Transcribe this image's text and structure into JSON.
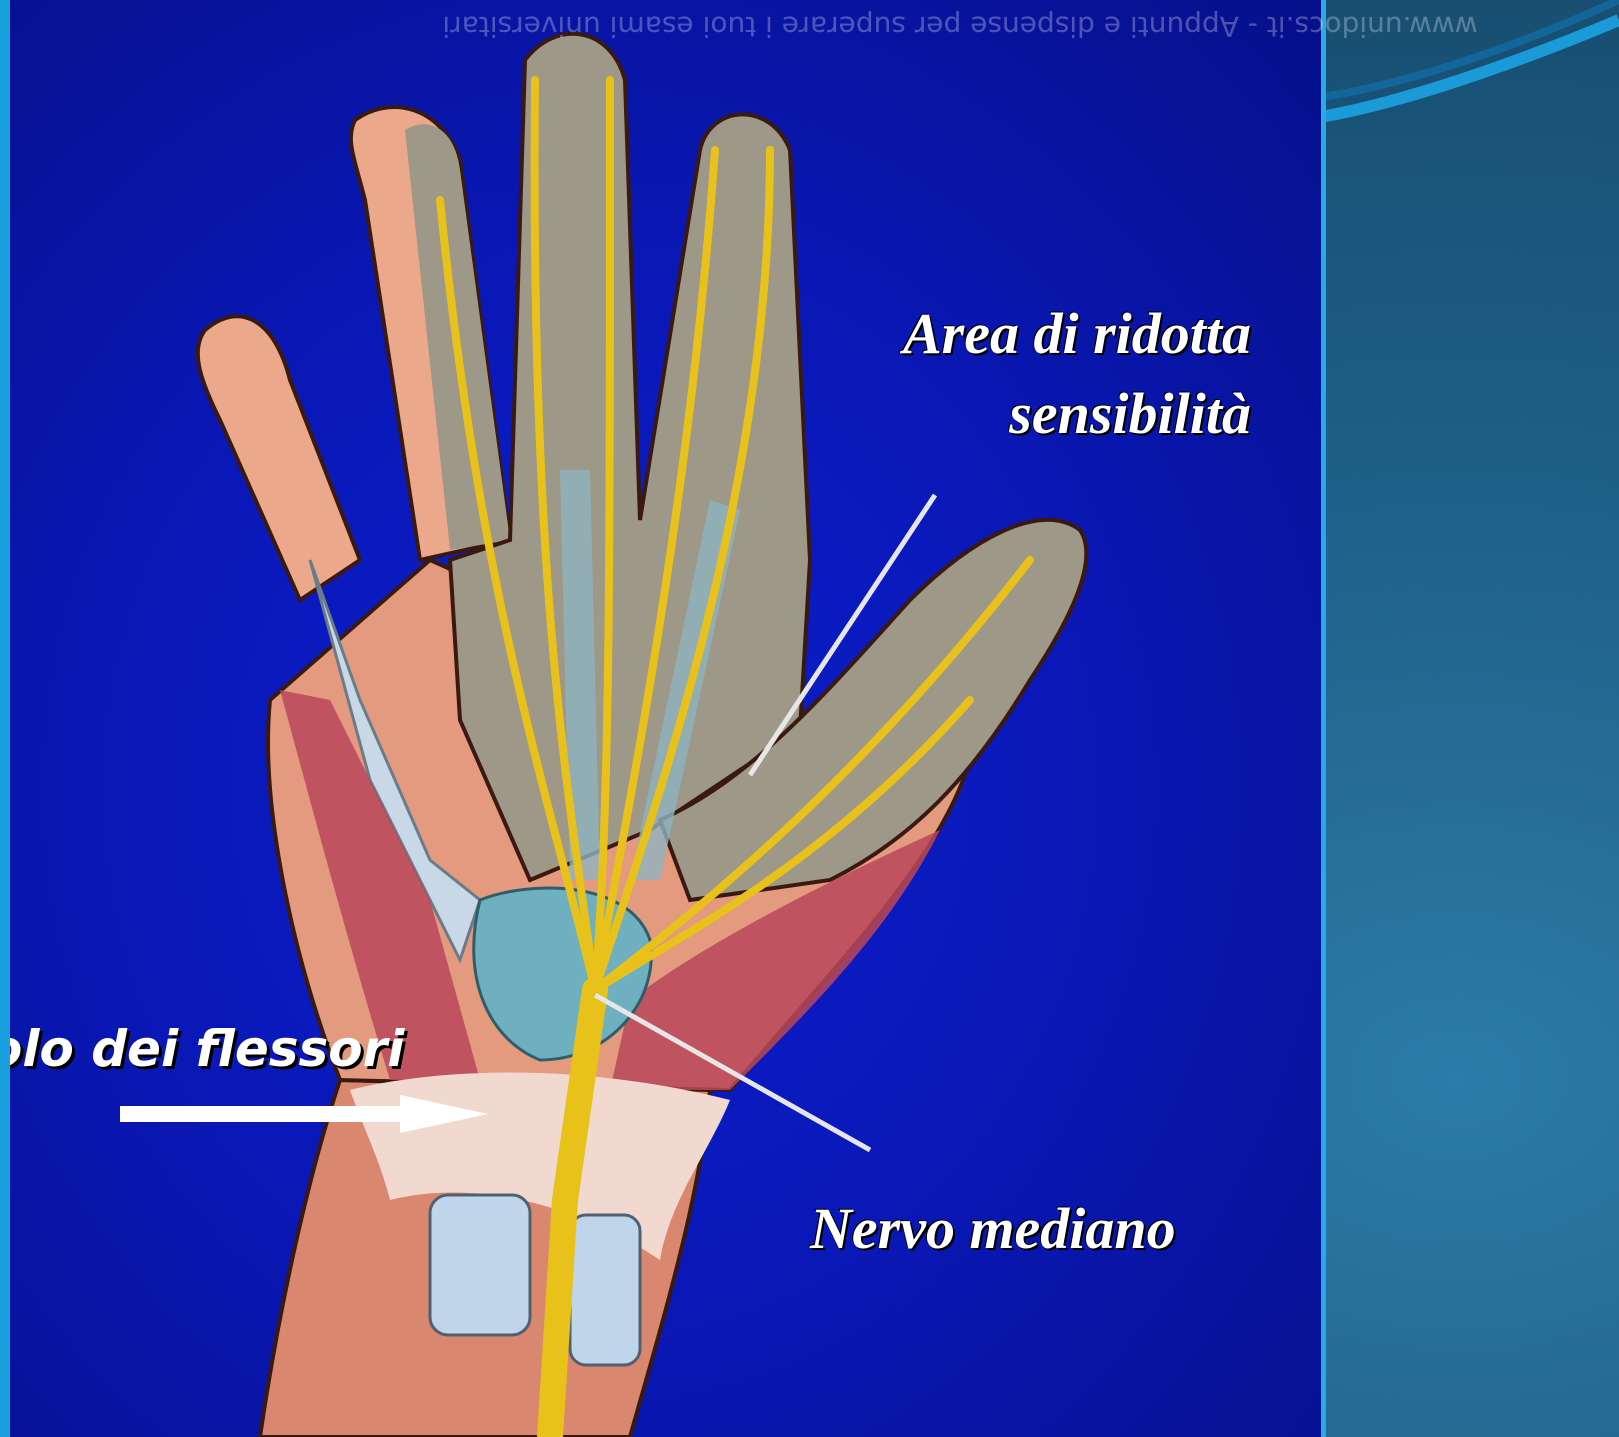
{
  "slide": {
    "watermark": "www.unidocs.it  -  Appunti e dispense per superare i tuoi esami universitari",
    "background_color": "#1e5f8a",
    "accent_color": "#29a9e8"
  },
  "figure": {
    "panel_color": "#0a18b8",
    "labels": {
      "area_line1": "Area di ridotta",
      "area_line2": "sensibilità",
      "nerve": "Nervo mediano",
      "ligament": "olo dei flessori"
    }
  }
}
